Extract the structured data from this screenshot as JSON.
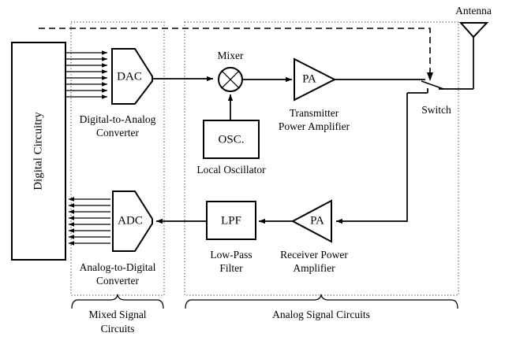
{
  "figure": {
    "kind": "block-diagram",
    "subject": "RF transceiver front-end block diagram",
    "background_color": "#ffffff",
    "line_color": "#000000"
  },
  "blocks": {
    "digital_circuitry": {
      "label": "Digital Circuitry",
      "shape": "rectangle",
      "orientation": "vertical-text"
    },
    "dac": {
      "label": "DAC",
      "caption_line1": "Digital-to-Analog",
      "caption_line2": "Converter",
      "shape": "converter-hexagon"
    },
    "adc": {
      "label": "ADC",
      "caption_line1": "Analog-to-Digital",
      "caption_line2": "Converter",
      "shape": "converter-hexagon"
    },
    "mixer": {
      "label": "Mixer",
      "shape": "circle-with-cross"
    },
    "oscillator": {
      "label": "OSC.",
      "caption": "Local Oscillator",
      "shape": "rectangle"
    },
    "tx_pa": {
      "label": "PA",
      "caption_line1": "Transmitter",
      "caption_line2": "Power Amplifier",
      "shape": "triangle-right"
    },
    "rx_pa": {
      "label": "PA",
      "caption_line1": "Receiver Power",
      "caption_line2": "Amplifier",
      "shape": "triangle-left"
    },
    "lpf": {
      "label": "LPF",
      "caption_line1": "Low-Pass",
      "caption_line2": "Filter",
      "shape": "rectangle"
    },
    "switch": {
      "label": "Switch",
      "shape": "spdt-switch"
    },
    "antenna": {
      "label": "Antenna",
      "shape": "dipole-triangle"
    }
  },
  "groups": {
    "mixed_signal": {
      "label_line1": "Mixed Signal",
      "label_line2": "Circuits",
      "boundary": "dotted"
    },
    "analog": {
      "label_line1": "Analog Signal Circuits",
      "label_line2": "",
      "boundary": "dotted"
    }
  },
  "connections": {
    "digital_to_dac": {
      "type": "bus",
      "lines": 8,
      "direction": "right"
    },
    "adc_to_digital": {
      "type": "bus",
      "lines": 8,
      "direction": "left"
    },
    "dac_to_mixer": {
      "type": "signal",
      "direction": "right"
    },
    "osc_to_mixer": {
      "type": "signal",
      "direction": "up"
    },
    "mixer_to_tx_pa": {
      "type": "signal",
      "direction": "right"
    },
    "tx_pa_to_switch": {
      "type": "signal",
      "direction": "right"
    },
    "switch_to_rx_pa": {
      "type": "signal",
      "direction": "left"
    },
    "rx_pa_to_lpf": {
      "type": "signal",
      "direction": "left"
    },
    "lpf_to_adc": {
      "type": "signal",
      "direction": "left"
    },
    "control_to_switch": {
      "type": "control",
      "style": "dashed",
      "direction": "down"
    },
    "switch_to_antenna": {
      "type": "rf",
      "direction": "right"
    }
  }
}
